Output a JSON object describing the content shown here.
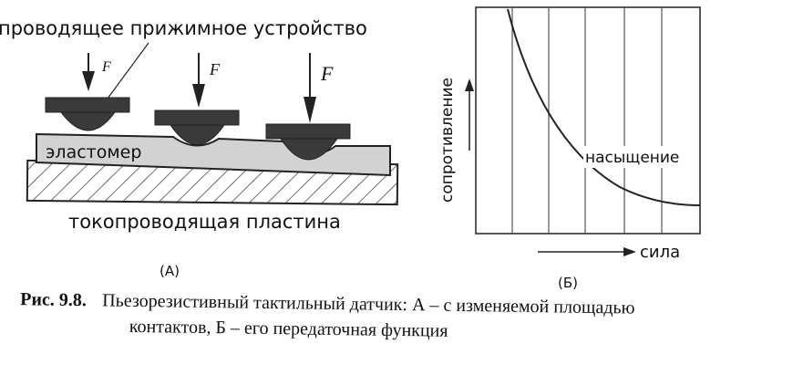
{
  "figure_a": {
    "label_device": "проводящее прижимное устройство",
    "force_label": "F",
    "label_elastomer": "эластомер",
    "label_plate": "токопроводящая пластина",
    "panel_label": "(A)"
  },
  "figure_b": {
    "ylabel": "сопротивление",
    "xlabel": "сила",
    "annotation": "насыщение",
    "panel_label": "(Б)"
  },
  "caption": {
    "number": "Рис. 9.8.",
    "line1": "Пьезорезистивный тактильный датчик: А – с изменяемой площадью",
    "line2": "контактов, Б – его передаточная функция"
  }
}
